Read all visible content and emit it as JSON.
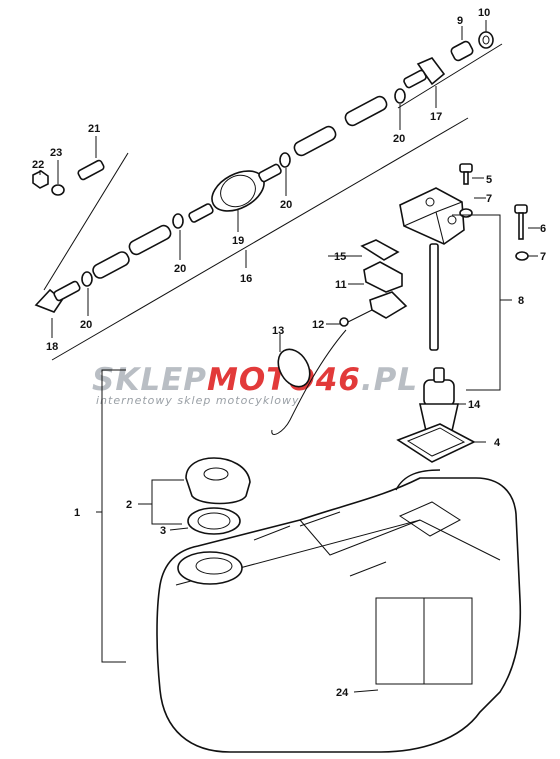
{
  "watermark": {
    "part1": "SKLEP",
    "part2": "MOTO",
    "part3": "46",
    "part4": ".PL",
    "subtitle": "internetowy sklep motocyklowy",
    "colors": {
      "gray": "#b9bec4",
      "red": "#e23a3a"
    }
  },
  "callouts": [
    "1",
    "2",
    "3",
    "4",
    "5",
    "6",
    "7",
    "7",
    "8",
    "9",
    "10",
    "11",
    "12",
    "13",
    "14",
    "15",
    "16",
    "17",
    "18",
    "19",
    "20",
    "20",
    "20",
    "20",
    "20",
    "21",
    "22",
    "23",
    "24"
  ]
}
